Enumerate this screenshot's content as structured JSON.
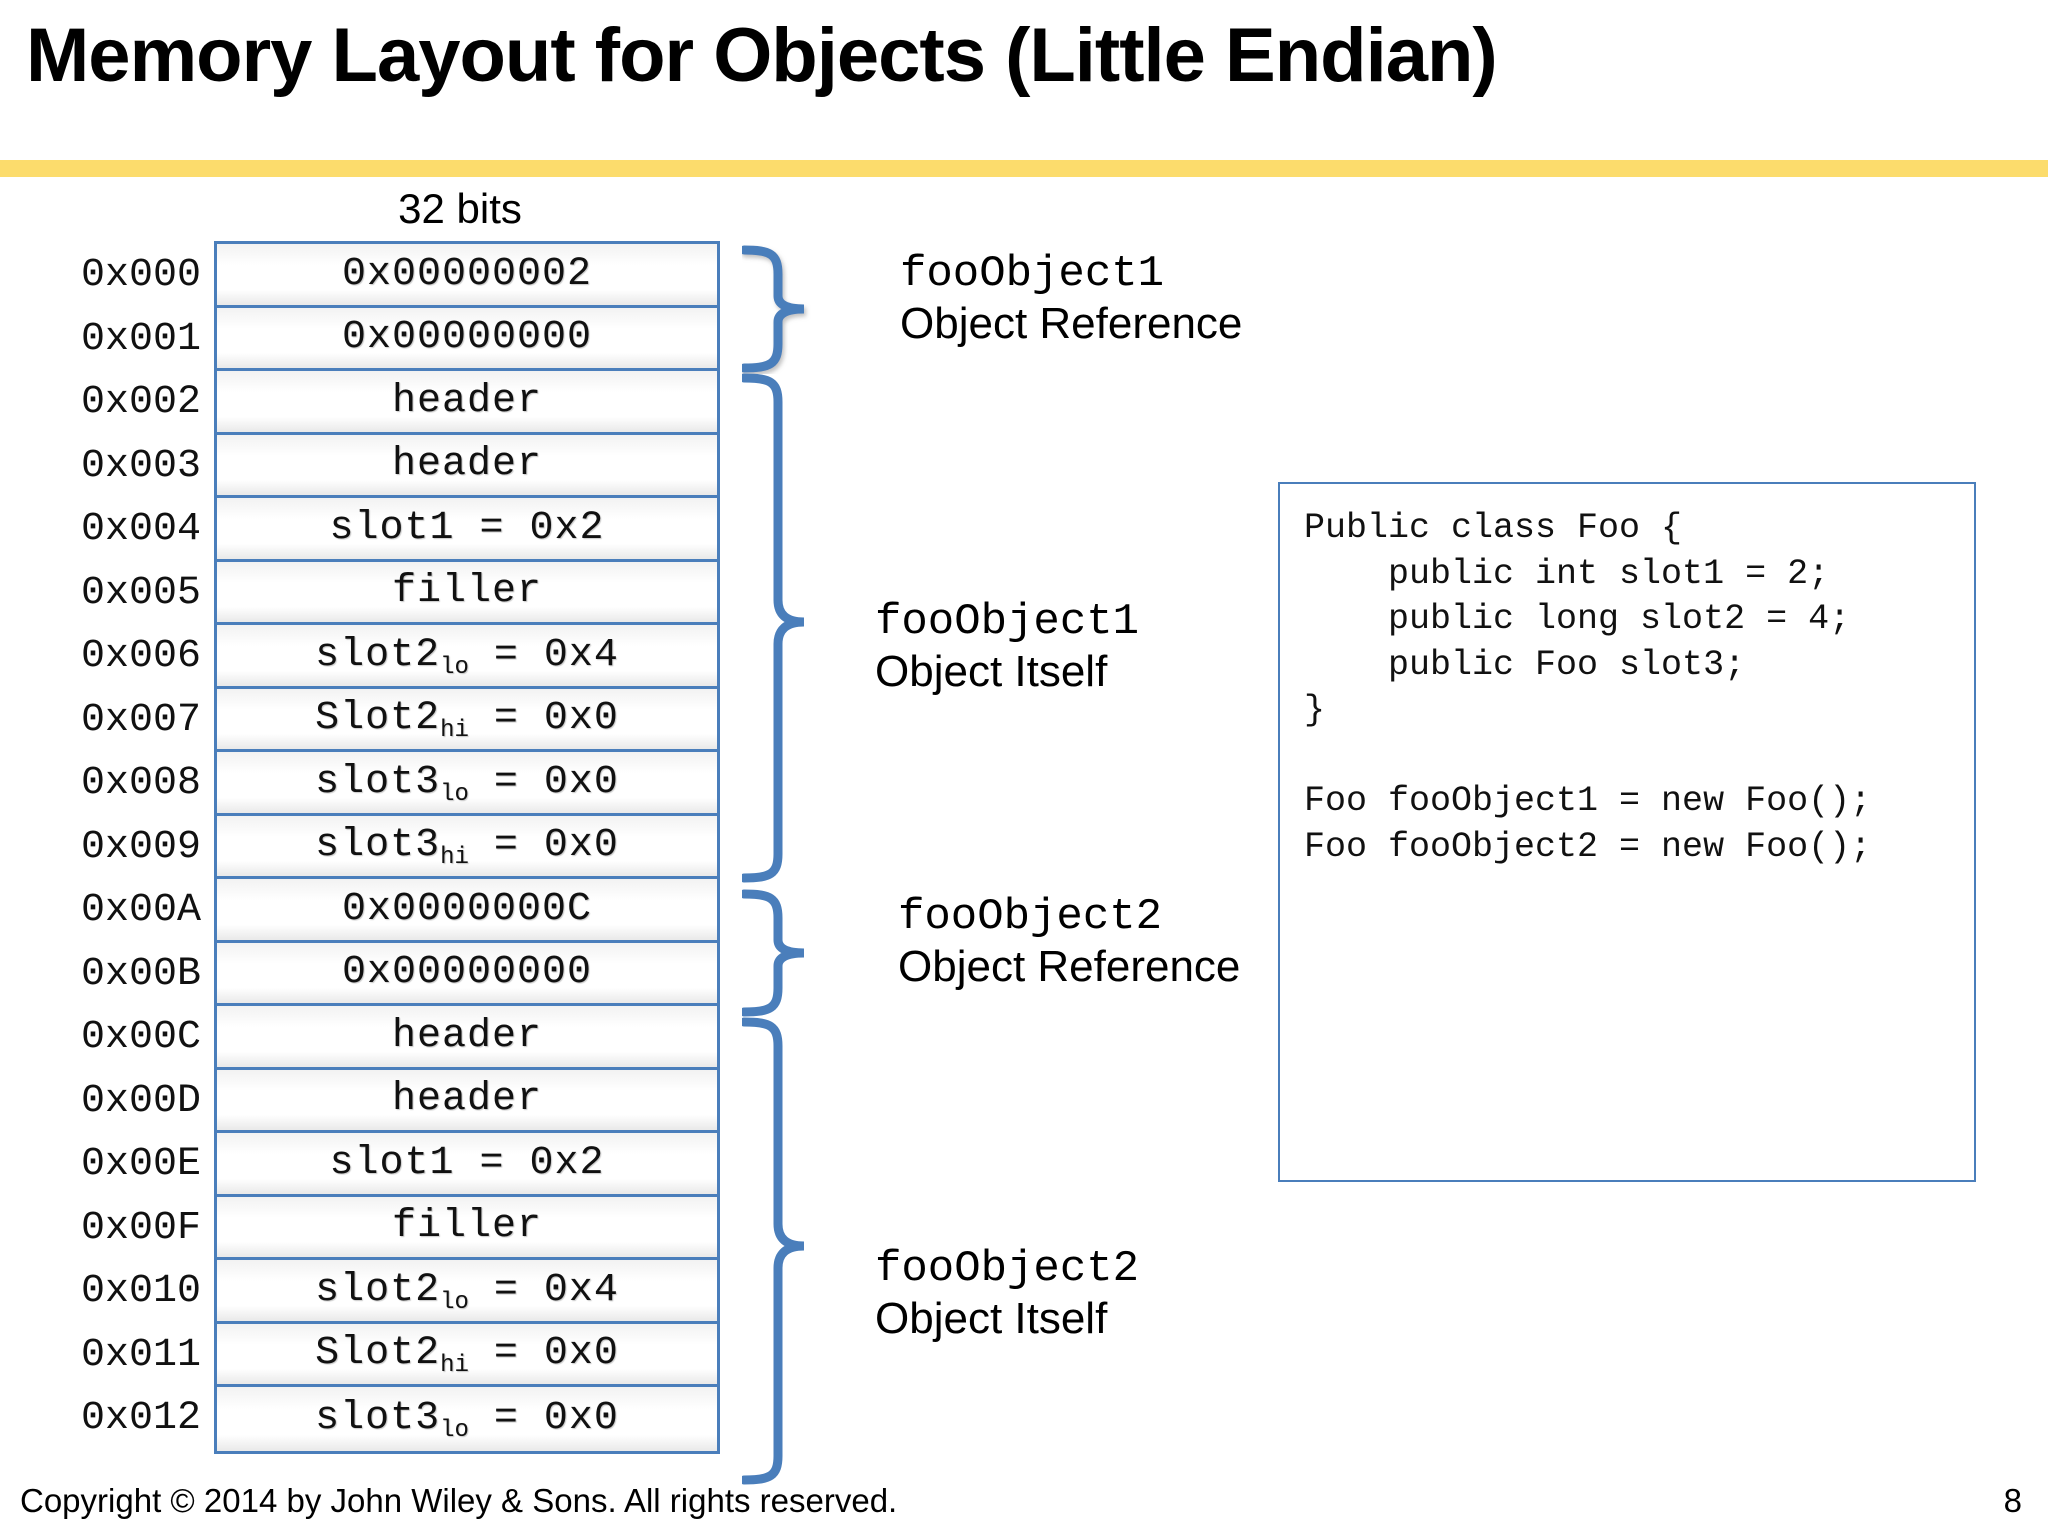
{
  "slide": {
    "title": "Memory Layout for Objects (Little Endian)",
    "rule_color": "#FCDC6C",
    "accent_color": "#4A7EBB"
  },
  "bits_arrow": {
    "label": "32 bits"
  },
  "memory_table": {
    "columns": [
      "address",
      "contents"
    ],
    "rows": [
      {
        "addr": "0x000",
        "value": "0x00000002",
        "sub": ""
      },
      {
        "addr": "0x001",
        "value": "0x00000000",
        "sub": ""
      },
      {
        "addr": "0x002",
        "value": "header",
        "sub": ""
      },
      {
        "addr": "0x003",
        "value": "header",
        "sub": ""
      },
      {
        "addr": "0x004",
        "value": "slot1  =  0x2",
        "sub": ""
      },
      {
        "addr": "0x005",
        "value": "filler",
        "sub": ""
      },
      {
        "addr": "0x006",
        "value": "slot2",
        "sub": "lo",
        "tail": "  =  0x4"
      },
      {
        "addr": "0x007",
        "value": "Slot2",
        "sub": "hi",
        "tail": "  =  0x0"
      },
      {
        "addr": "0x008",
        "value": "slot3",
        "sub": "lo",
        "tail": "  =  0x0"
      },
      {
        "addr": "0x009",
        "value": "slot3",
        "sub": "hi",
        "tail": "  =  0x0"
      },
      {
        "addr": "0x00A",
        "value": "0x0000000C",
        "sub": ""
      },
      {
        "addr": "0x00B",
        "value": "0x00000000",
        "sub": ""
      },
      {
        "addr": "0x00C",
        "value": "header",
        "sub": ""
      },
      {
        "addr": "0x00D",
        "value": "header",
        "sub": ""
      },
      {
        "addr": "0x00E",
        "value": "slot1  =  0x2",
        "sub": ""
      },
      {
        "addr": "0x00F",
        "value": "filler",
        "sub": ""
      },
      {
        "addr": "0x010",
        "value": "slot2",
        "sub": "lo",
        "tail": "  =  0x4"
      },
      {
        "addr": "0x011",
        "value": "Slot2",
        "sub": "hi",
        "tail": "  =  0x0"
      },
      {
        "addr": "0x012",
        "value": "slot3",
        "sub": "lo",
        "tail": "  =  0x0"
      }
    ]
  },
  "annotations": [
    {
      "mono": "fooObject1",
      "sans": "Object Reference"
    },
    {
      "mono": "fooObject1",
      "sans": "Object Itself"
    },
    {
      "mono": "fooObject2",
      "sans": "Object Reference"
    },
    {
      "mono": "fooObject2",
      "sans": "Object Itself"
    }
  ],
  "code_box": {
    "text": "Public class Foo {\n    public int slot1 = 2;\n    public long slot2 = 4;\n    public Foo slot3;\n}\n\nFoo fooObject1 = new Foo();\nFoo fooObject2 = new Foo();"
  },
  "footer": {
    "copyright": "Copyright © 2014 by John Wiley & Sons.  All rights reserved.",
    "page_number": "8"
  }
}
